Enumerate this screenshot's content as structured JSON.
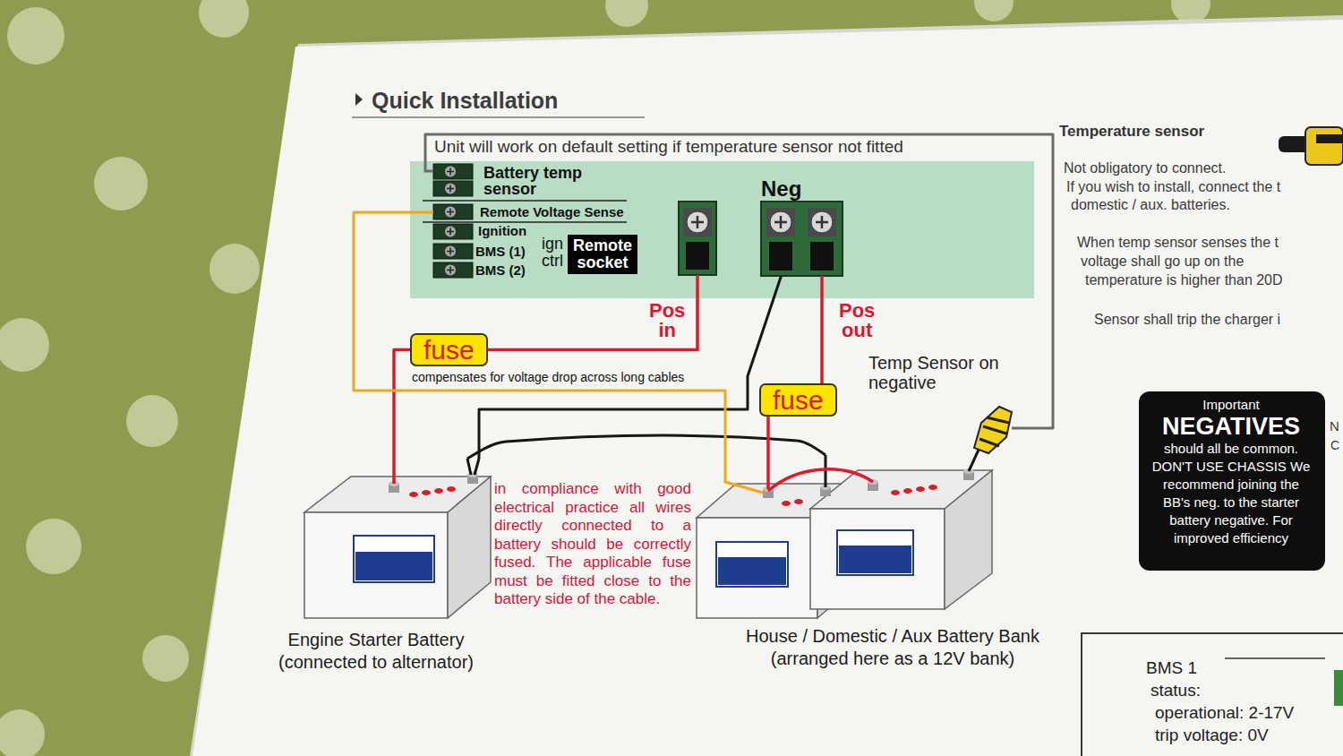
{
  "diagram": {
    "title": "Quick Installation",
    "nodes": [
      {
        "text": [
          "Battery temp sensor",
          "Remote Voltage Sense",
          "Ignition",
          "BMS (1)",
          "BMS (2)",
          "ign ctrl"
        ]
      },
      {
        "text": [
          "Remote socket"
        ],
        "in": 0
      },
      {
        "text": [
          "Pos in"
        ],
        "in": 0
      },
      {
        "text": [
          "Neg"
        ],
        "in": 0
      },
      {
        "text": [
          "Pos out"
        ],
        "in": 0
      },
      {
        "text": [
          "fuse"
        ]
      },
      {
        "text": [
          "fuse"
        ]
      },
      {
        "text": [
          "Engine Starter Battery (connected to alternator)"
        ]
      },
      {
        "text": [
          "House / Domestic / Aux Battery Bank (arranged here as a 12V bank)"
        ]
      },
      {
        "text": [
          "Temp Sensor on negative"
        ]
      },
      {
        "text": [
          "Important",
          "NEGATIVES",
          "should all be common. DON'T USE CHASSIS We recommend joining the BB's neg. to the starter battery negative. For improved efficiency"
        ]
      },
      {
        "text": [
          "BMS 1",
          "status:",
          "operational: 2-17V",
          "trip voltage: 0V"
        ]
      }
    ],
    "edges": [
      {
        "from": 7,
        "to": 5,
        "arrow": "none"
      },
      {
        "from": 5,
        "to": 2,
        "arrow": "none"
      },
      {
        "from": 3,
        "to": 7,
        "arrow": "none"
      },
      {
        "from": 7,
        "to": 8,
        "arrow": "none"
      },
      {
        "from": 8,
        "to": 6,
        "arrow": "none"
      },
      {
        "from": 6,
        "to": 4,
        "arrow": "none"
      },
      {
        "from": 0,
        "to": 8,
        "arrow": "none",
        "label": "compensates for voltage drop across long cables"
      },
      {
        "from": 0,
        "to": 9,
        "arrow": "none",
        "label": "Unit will work on default setting if temperature sensor not fitted"
      }
    ],
    "labels": [
      "in compliance with good electrical practice all wires directly connected to a battery should be correctly fused. The applicable fuse must be fitted close to the battery side of the cable.",
      "Temperature sensor",
      "Not obligatory to connect.",
      "If you wish to install, connect the t",
      "domestic / aux. batteries.",
      "When temp sensor senses the t",
      "voltage shall go up on the",
      "temperature is higher than 20D",
      "Sensor shall trip the charger i",
      "N",
      "C"
    ]
  }
}
